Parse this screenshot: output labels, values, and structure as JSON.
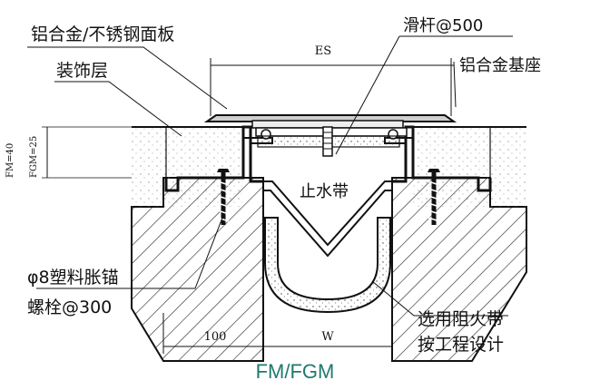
{
  "labels": {
    "faceplate": "铝合金/不锈钢面板",
    "finish_layer": "装饰层",
    "slide_rod": "滑杆@500",
    "base": "铝合金基座",
    "waterstop": "止水带",
    "anchor_line1": "φ8塑料胀锚",
    "anchor_line2": "螺栓@300",
    "firestop_line1": "选用阻火带",
    "firestop_line2": "按工程设计"
  },
  "dimensions": {
    "es": "ES",
    "fm": "FM=40",
    "fgm": "FGM=25",
    "w100": "100",
    "w": "W"
  },
  "title": "FM/FGM",
  "colors": {
    "line": "#111111",
    "title": "#1f7a6e",
    "concrete_fill": "#ffffff",
    "plate_fill": "#cfcfcf"
  }
}
